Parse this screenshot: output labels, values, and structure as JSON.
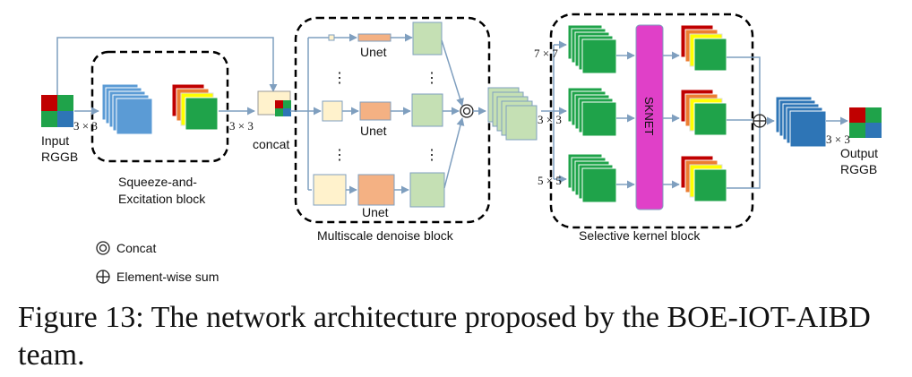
{
  "labels": {
    "input": "Input",
    "input_sub": "RGGB",
    "k3_input": "3 × 3",
    "k3_se": "3 × 3",
    "concat": "concat",
    "se_line1": "Squeeze-and-",
    "se_line2": "Excitation block",
    "unet_top": "Unet",
    "unet_mid": "Unet",
    "unet_bot": "Unet",
    "multiscale": "Multiscale denoise block",
    "k7": "7 × 7",
    "k3_sk": "3 × 3",
    "k5": "5 × 5",
    "sknet": "SKNET",
    "selective": "Selective kernel block",
    "k3_out": "3 × 3",
    "output": "Output",
    "output_sub": "RGGB",
    "legend_concat": "Concat",
    "legend_sum": "Element-wise sum",
    "dots": "⋮"
  },
  "caption": {
    "text": "Figure 13: The network architecture proposed by the BOE-IOT-AIBD team."
  },
  "colors": {
    "blue": "#5b9bd5",
    "darkblue": "#2e75b6",
    "green": "#1fa34a",
    "red": "#c00000",
    "yellow": "#ffff00",
    "orange": "#f4b183",
    "lightgreen": "#c5e0b4",
    "cream": "#fff2cc",
    "sknet": "#e040c8",
    "arrow": "#7f9fbf"
  }
}
